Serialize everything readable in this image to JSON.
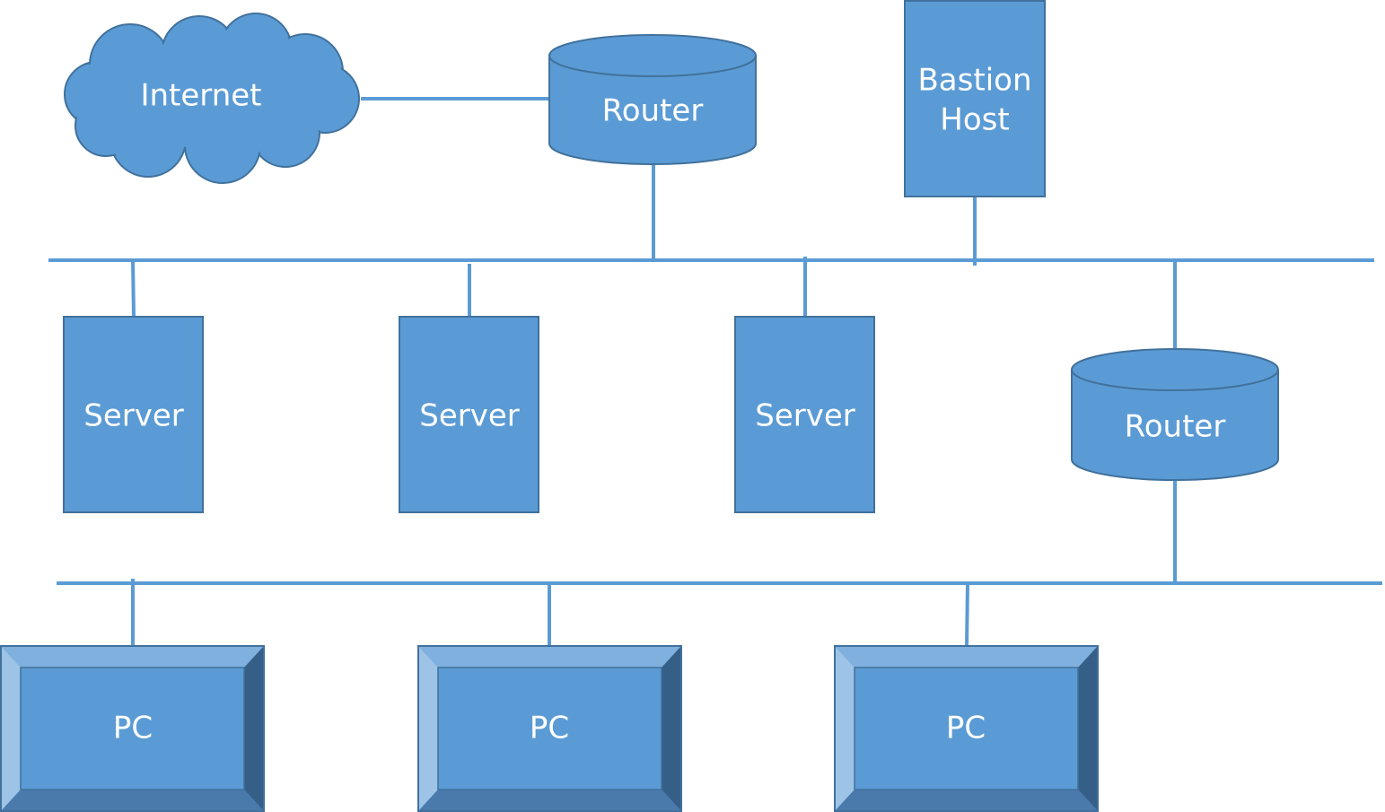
{
  "diagram": {
    "colors": {
      "fill": "#5b9bd5",
      "stroke": "#41719c",
      "bevel_light": "#7fb0de",
      "bevel_lighter": "#9dc3e6",
      "bevel_dark": "#365f88",
      "bevel_mid": "#4a7aac",
      "text": "#ffffff"
    },
    "nodes": {
      "internet": {
        "label": "Internet",
        "shape": "cloud"
      },
      "router_top": {
        "label": "Router",
        "shape": "cylinder"
      },
      "bastion": {
        "label_line1": "Bastion",
        "label_line2": "Host",
        "shape": "rectangle"
      },
      "server_1": {
        "label": "Server",
        "shape": "rectangle"
      },
      "server_2": {
        "label": "Server",
        "shape": "rectangle"
      },
      "server_3": {
        "label": "Server",
        "shape": "rectangle"
      },
      "router_inner": {
        "label": "Router",
        "shape": "cylinder"
      },
      "pc_1": {
        "label": "PC",
        "shape": "bevel"
      },
      "pc_2": {
        "label": "PC",
        "shape": "bevel"
      },
      "pc_3": {
        "label": "PC",
        "shape": "bevel"
      }
    },
    "edges": [
      [
        "internet",
        "router_top"
      ],
      [
        "router_top",
        "perimeter-network"
      ],
      [
        "bastion",
        "perimeter-network"
      ],
      [
        "server_1",
        "perimeter-network"
      ],
      [
        "server_2",
        "perimeter-network"
      ],
      [
        "server_3",
        "perimeter-network"
      ],
      [
        "router_inner",
        "perimeter-network"
      ],
      [
        "router_inner",
        "internal-network"
      ],
      [
        "pc_1",
        "internal-network"
      ],
      [
        "pc_2",
        "internal-network"
      ],
      [
        "pc_3",
        "internal-network"
      ]
    ]
  }
}
